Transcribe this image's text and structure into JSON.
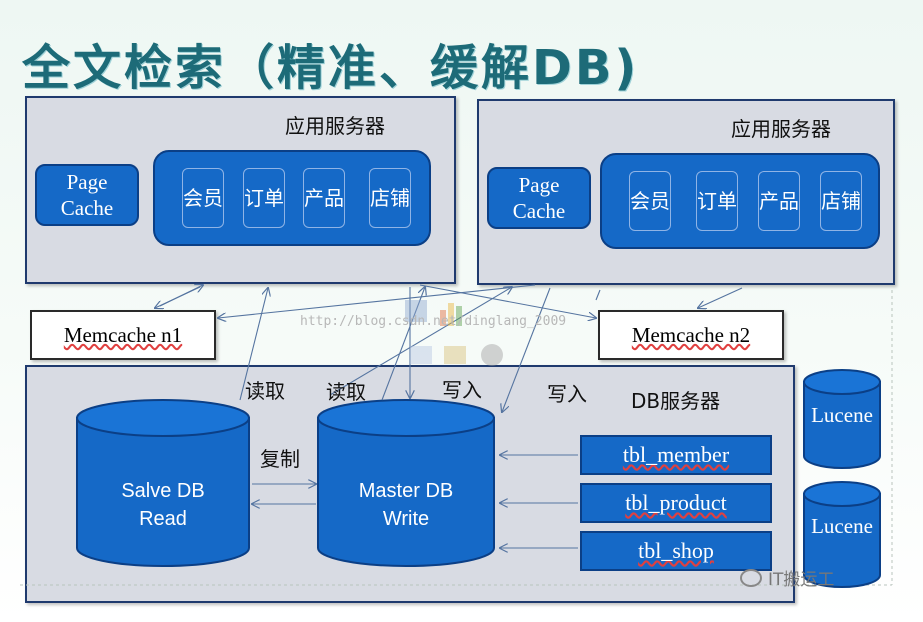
{
  "title": "全文检索（精准、缓解DB)",
  "app_server_1": {
    "label": "应用服务器",
    "page_cache": "Page Cache",
    "modules": [
      "会员",
      "订单",
      "产品",
      "店铺"
    ]
  },
  "app_server_2": {
    "label": "应用服务器",
    "page_cache": "Page Cache",
    "modules": [
      "会员",
      "订单",
      "产品",
      "店铺"
    ]
  },
  "memcache_1": "Memcache n1",
  "memcache_2": "Memcache n2",
  "db_server": {
    "label": "DB服务器",
    "slave_db": "Salve DB Read",
    "master_db": "Master DB Write",
    "tables": [
      "tbl_member",
      "tbl_product",
      "tbl_shop"
    ]
  },
  "edge_labels": {
    "read_1": "读取",
    "read_2": "读取",
    "write_1": "写入",
    "write_2": "写入",
    "replicate": "复制"
  },
  "lucene": [
    "Lucene",
    "Lucene"
  ],
  "watermark": "http://blog.csdn.net/dinglang_2009",
  "brand": "IT搬运工",
  "colors": {
    "box_blue": "#1569c7",
    "panel_gray": "#d8dbe3",
    "title_teal": "#1d6b78"
  }
}
